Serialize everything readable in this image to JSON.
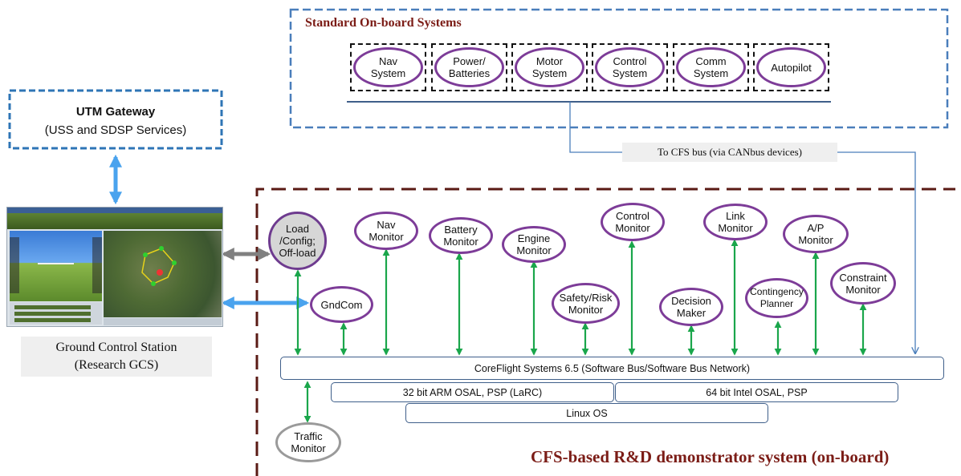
{
  "onboard": {
    "title": "Standard On-board Systems",
    "systems": [
      "Nav\nSystem",
      "Power/\nBatteries",
      "Motor\nSystem",
      "Control\nSystem",
      "Comm\nSystem",
      "Autopilot"
    ]
  },
  "bus_label": "To CFS bus (via CANbus devices)",
  "gateway": {
    "title": "UTM Gateway",
    "subtitle": "(USS and SDSP Services)"
  },
  "gcs": {
    "caption": "Ground Control Station\n(Research GCS)"
  },
  "cfs": {
    "title": "CFS-based R&D demonstrator system (on-board)",
    "nodes": {
      "load": "Load\n/Config;\nOff-load",
      "gndcom": "GndCom",
      "nav_monitor": "Nav\nMonitor",
      "battery_monitor": "Battery\nMonitor",
      "engine_monitor": "Engine\nMonitor",
      "safety_risk_monitor": "Safety/Risk\nMonitor",
      "control_monitor": "Control\nMonitor",
      "decision_maker": "Decision\nMaker",
      "link_monitor": "Link\nMonitor",
      "contingency_planner": "Contingency\nPlanner",
      "ap_monitor": "A/P\nMonitor",
      "constraint_monitor": "Constraint\nMonitor",
      "traffic_monitor": "Traffic\nMonitor"
    },
    "layers": {
      "corefight": "CoreFlight Systems 6.5 (Software Bus/Software Bus Network)",
      "arm_osal": "32 bit ARM OSAL, PSP (LaRC)",
      "intel_osal": "64 bit Intel OSAL, PSP",
      "linux": "Linux OS"
    }
  },
  "colors": {
    "onboard_border": "#4a7ebb",
    "gateway_border": "#2e75b6",
    "cfs_border": "#5a1a14",
    "title_red": "#7b1c16",
    "node_border": "#7d3c98",
    "green_arrow": "#1aa64b",
    "blue_arrow": "#4aa3ee",
    "gray_arrow": "#808080"
  }
}
